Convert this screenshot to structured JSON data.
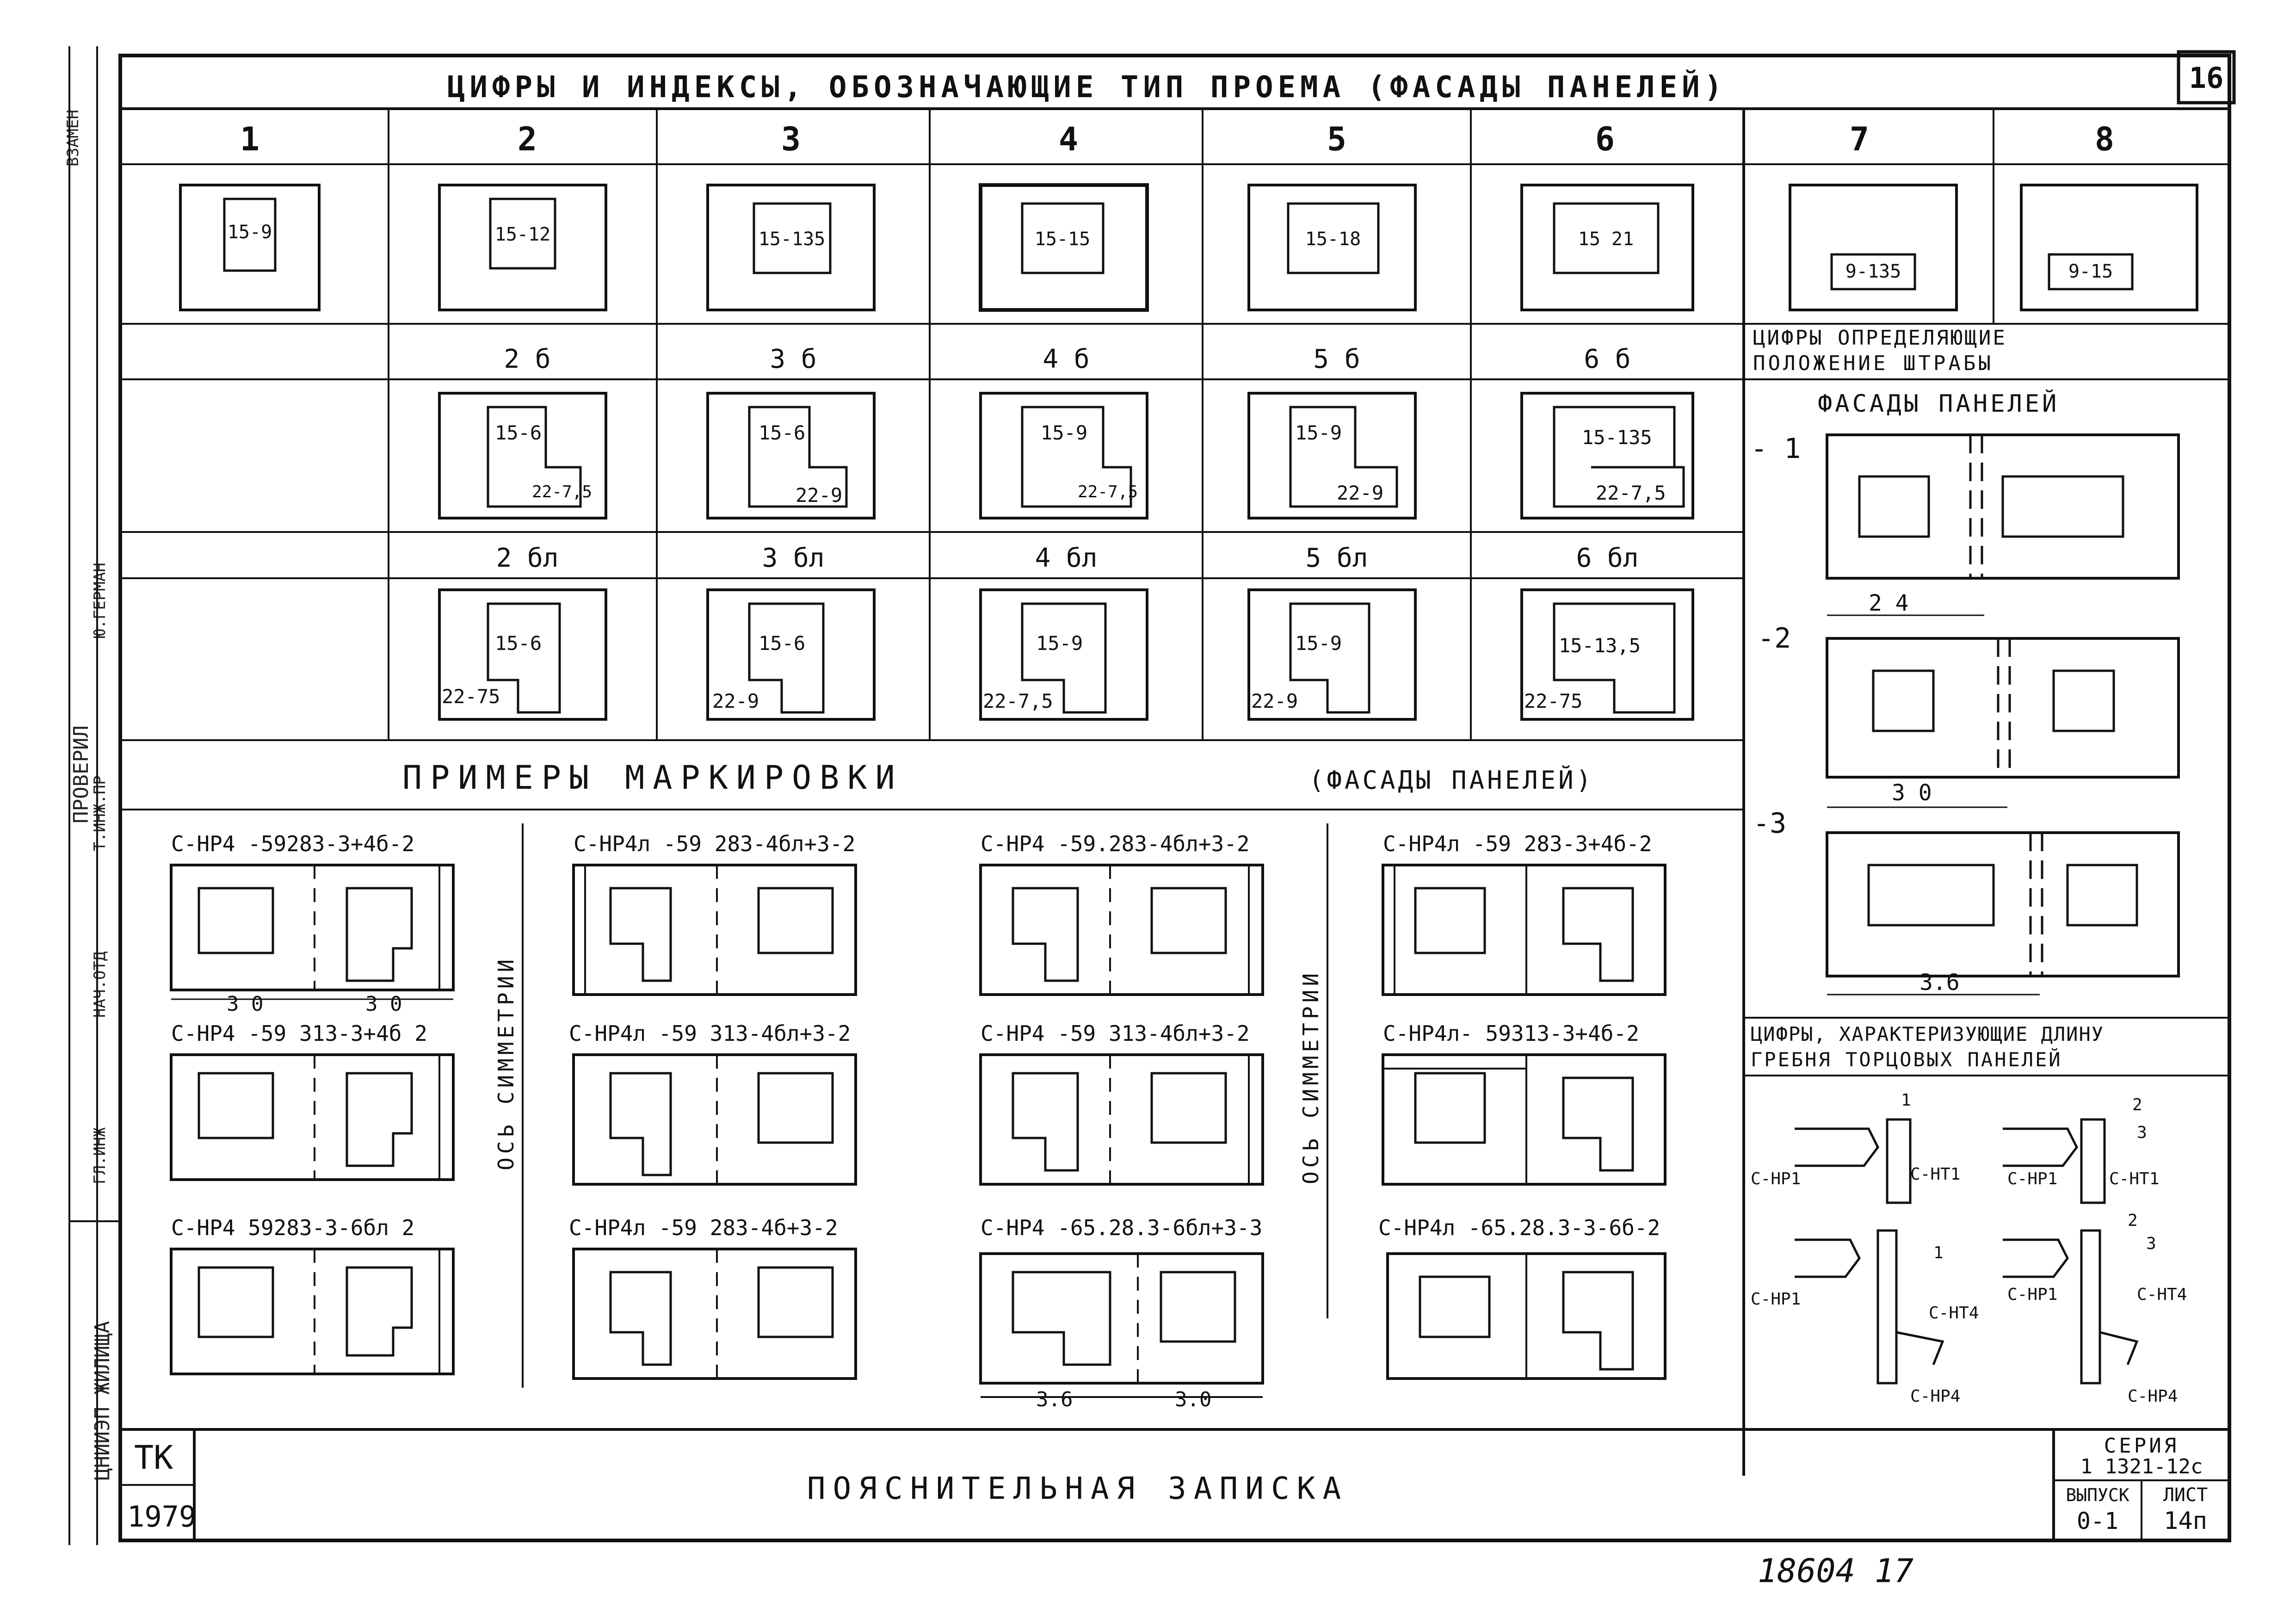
{
  "sheet": {
    "title": "ЦИФРЫ И ИНДЕКСЫ, ОБОЗНАЧАЮЩИЕ ТИП ПРОЕМА (ФАСАДЫ ПАНЕЛЕЙ)",
    "page_tag": "16",
    "footer_number": "18604 17"
  },
  "columns": [
    "1",
    "2",
    "3",
    "4",
    "5",
    "6",
    "7",
    "8"
  ],
  "types": [
    "15-9",
    "15-12",
    "15-135",
    "15-15",
    "15-18",
    "15 21",
    "9-135",
    "9-15"
  ],
  "row_b": {
    "labels": [
      "2 б",
      "3 б",
      "4 б",
      "5 б",
      "6 б"
    ],
    "top": [
      "15-6",
      "15-6",
      "15-9",
      "15-9",
      "15-135"
    ],
    "bottom": [
      "22-7,5",
      "22-9",
      "22-7,5",
      "22-9",
      "22-7,5"
    ]
  },
  "row_bl": {
    "labels": [
      "2 бл",
      "3 бл",
      "4 бл",
      "5 бл",
      "6 бл"
    ],
    "top": [
      "15-6",
      "15-6",
      "15-9",
      "15-9",
      "15-13,5"
    ],
    "bottom": [
      "22-75",
      "22-9",
      "22-7,5",
      "22-9",
      "22-75"
    ]
  },
  "right_panel": {
    "title1": "ЦИФРЫ ОПРЕДЕЛЯЮЩИЕ",
    "title2": "ПОЛОЖЕНИЕ ШТРАБЫ",
    "subtitle": "ФАСАДЫ ПАНЕЛЕЙ",
    "items": [
      {
        "label": "- 1",
        "dim": "2 4"
      },
      {
        "label": "-2",
        "dim": "3 0"
      },
      {
        "label": "-3",
        "dim": "3.6"
      }
    ],
    "ridge_title1": "ЦИФРЫ, ХАРАКТЕРИЗУЮЩИЕ ДЛИНУ",
    "ridge_title2": "ГРЕБНЯ ТОРЦОВЫХ ПАНЕЛЕЙ",
    "ridge_labels": [
      "С-НР1",
      "С-НТ1",
      "С-НР1",
      "С-НТ1",
      "С-НР1",
      "С-НТ4",
      "С-НР1",
      "С-НТ4",
      "С-НР4",
      "С-НР4",
      "1",
      "2",
      "3",
      "1",
      "2",
      "3"
    ]
  },
  "examples": {
    "title": "ПРИМЕРЫ МАРКИРОВКИ",
    "subtitle": "(ФАСАДЫ ПАНЕЛЕЙ)",
    "axis": "ОСЬ СИММЕТРИИ",
    "marks": [
      "С-НР4 -59283-3+4б-2",
      "С-НР4л -59 283-4бл+3-2",
      "С-НР4 -59.283-4бл+3-2",
      "С-НР4л -59 283-3+4б-2",
      "С-НР4 -59 313-3+4б 2",
      "С-НР4л -59 313-4бл+3-2",
      "С-НР4 -59 313-4бл+3-2",
      "С-НР4л- 59313-3+4б-2",
      "С-НР4 59283-3-6бл 2",
      "С-НР4л -59 283-4б+3-2",
      "С-НР4 -65.28.3-6бл+3-3",
      "С-НР4л -65.28.3-3-6б-2"
    ],
    "dims": [
      "3 0",
      "3 0",
      "3.6",
      "3.0"
    ]
  },
  "title_block": {
    "org": "ТК",
    "year": "1979",
    "doc_title": "ПОЯСНИТЕЛЬНАЯ ЗАПИСКА",
    "series_label": "СЕРИЯ",
    "series": "1 1321-12с",
    "issue_label": "ВЫПУСК",
    "issue": "0-1",
    "sheet_label": "ЛИСТ",
    "sheet": "14п"
  },
  "margin_stamp": [
    "ВЗАМЕН",
    "ПРОВЕРИЛ",
    "Ю.ГЕРМАН",
    "Т.ИНЖ.ПР",
    "НАЧ.ОТД",
    "ГЛ.ИНЖ",
    "ЦНИИЭП ЖИЛИЩА"
  ]
}
